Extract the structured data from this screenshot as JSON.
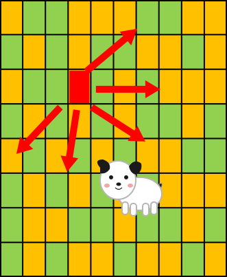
{
  "board": {
    "rows": 8,
    "cols": 10,
    "colors": {
      "G": "#92d050",
      "Y": "#ffc000",
      "grid": "#000000"
    },
    "cells": [
      [
        "Y",
        "G",
        "G",
        "Y",
        "Y",
        "Y",
        "G",
        "G",
        "Y",
        "Y"
      ],
      [
        "G",
        "Y",
        "G",
        "Y",
        "G",
        "G",
        "Y",
        "Y",
        "G",
        "Y"
      ],
      [
        "Y",
        "G",
        "G",
        "Y",
        "G",
        "Y",
        "G",
        "Y",
        "Y",
        "Y"
      ],
      [
        "G",
        "Y",
        "G",
        "Y",
        "G",
        "Y",
        "G",
        "G",
        "Y",
        "G"
      ],
      [
        "Y",
        "G",
        "Y",
        "G",
        "Y",
        "G",
        "Y",
        "Y",
        "G",
        "G"
      ],
      [
        "G",
        "Y",
        "G",
        "Y",
        "G",
        "Y",
        "G",
        "Y",
        "Y",
        "Y"
      ],
      [
        "G",
        "Y",
        "Y",
        "G",
        "G",
        "Y",
        "G",
        "G",
        "Y",
        "G"
      ],
      [
        "G",
        "Y",
        "G",
        "Y",
        "Y",
        "G",
        "Y",
        "Y",
        "G",
        "Y"
      ]
    ]
  },
  "piece": {
    "name": "red-square",
    "color": "#ff0000",
    "row": 2,
    "col": 3
  },
  "moves": {
    "color": "#ff0000",
    "directions": [
      "up-right",
      "right",
      "down-right",
      "down",
      "down-left"
    ]
  },
  "dog": {
    "body_color": "#ffffff",
    "ear_color": "#1a1a1a",
    "outline_color": "#9a9a9a",
    "cheek_color": "#f4a6a6"
  }
}
